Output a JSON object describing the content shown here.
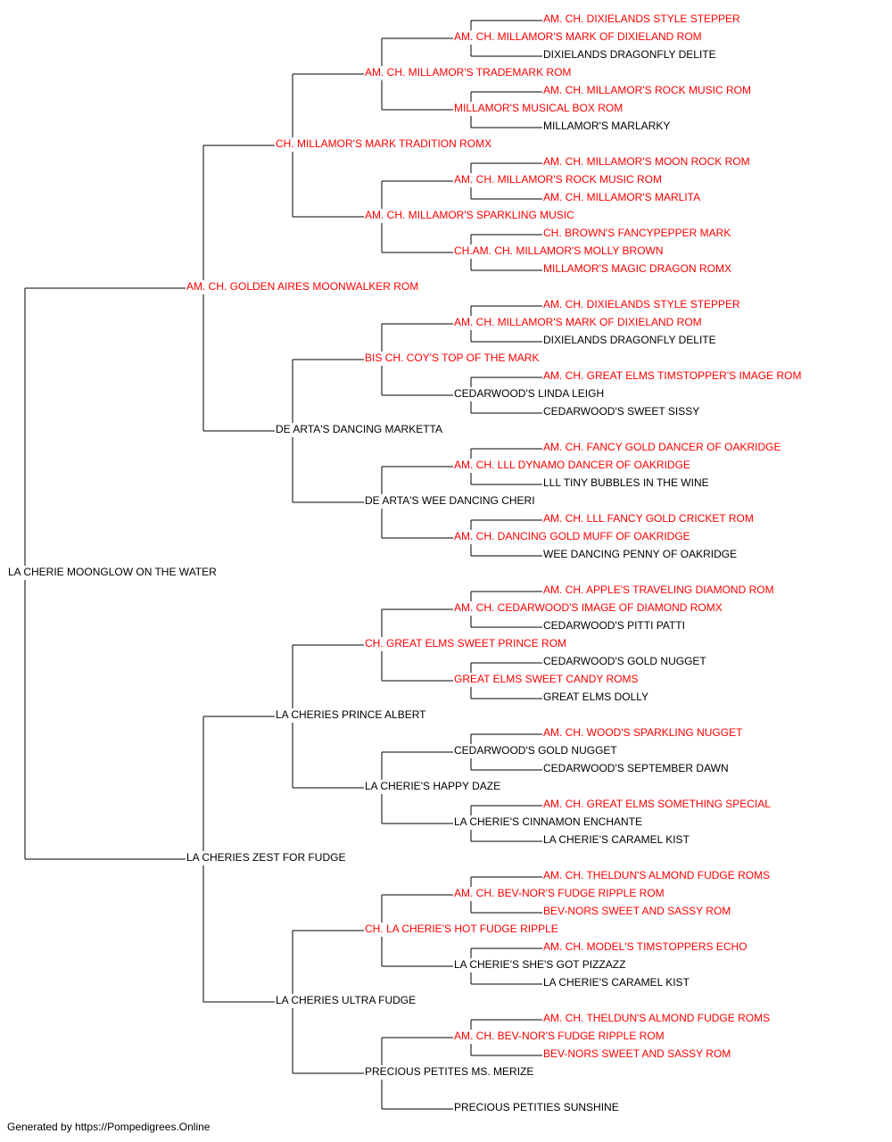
{
  "colors": {
    "titled": "#ff0000",
    "plain": "#000000",
    "line": "#000000"
  },
  "pedigree": {
    "name": "LA CHERIE MOONGLOW ON THE WATER",
    "titled": false,
    "sire": {
      "name": "AM. CH. GOLDEN AIRES MOONWALKER ROM",
      "titled": true,
      "sire": {
        "name": "CH. MILLAMOR'S MARK TRADITION ROMX",
        "titled": true,
        "sire": {
          "name": "AM. CH. MILLAMOR'S TRADEMARK ROM",
          "titled": true,
          "sire": {
            "name": "AM. CH. MILLAMOR'S MARK OF DIXIELAND ROM",
            "titled": true,
            "sire": {
              "name": "AM. CH. DIXIELANDS STYLE STEPPER",
              "titled": true
            },
            "dam": {
              "name": "DIXIELANDS DRAGONFLY DELITE",
              "titled": false
            }
          },
          "dam": {
            "name": "MILLAMOR'S MUSICAL BOX ROM",
            "titled": true,
            "sire": {
              "name": "AM. CH. MILLAMOR'S ROCK MUSIC ROM",
              "titled": true
            },
            "dam": {
              "name": "MILLAMOR'S MARLARKY",
              "titled": false
            }
          }
        },
        "dam": {
          "name": "AM. CH. MILLAMOR'S SPARKLING MUSIC",
          "titled": true,
          "sire": {
            "name": "AM. CH. MILLAMOR'S ROCK MUSIC ROM",
            "titled": true,
            "sire": {
              "name": "AM. CH. MILLAMOR'S MOON ROCK ROM",
              "titled": true
            },
            "dam": {
              "name": "AM. CH. MILLAMOR'S MARLITA",
              "titled": true
            }
          },
          "dam": {
            "name": "CH.AM. CH. MILLAMOR'S MOLLY BROWN",
            "titled": true,
            "sire": {
              "name": "CH. BROWN'S FANCYPEPPER MARK",
              "titled": true
            },
            "dam": {
              "name": "MILLAMOR'S MAGIC DRAGON ROMX",
              "titled": true
            }
          }
        }
      },
      "dam": {
        "name": "DE ARTA'S DANCING MARKETTA",
        "titled": false,
        "sire": {
          "name": "BIS CH. COY'S TOP OF THE MARK",
          "titled": true,
          "sire": {
            "name": "AM. CH. MILLAMOR'S MARK OF DIXIELAND ROM",
            "titled": true,
            "sire": {
              "name": "AM. CH. DIXIELANDS STYLE STEPPER",
              "titled": true
            },
            "dam": {
              "name": "DIXIELANDS DRAGONFLY DELITE",
              "titled": false
            }
          },
          "dam": {
            "name": "CEDARWOOD'S LINDA LEIGH",
            "titled": false,
            "sire": {
              "name": "AM. CH. GREAT ELMS TIMSTOPPER'S IMAGE ROM",
              "titled": true
            },
            "dam": {
              "name": "CEDARWOOD'S SWEET SISSY",
              "titled": false
            }
          }
        },
        "dam": {
          "name": "DE ARTA'S WEE DANCING CHERI",
          "titled": false,
          "sire": {
            "name": "AM. CH. LLL DYNAMO DANCER OF OAKRIDGE",
            "titled": true,
            "sire": {
              "name": "AM. CH. FANCY GOLD DANCER OF OAKRIDGE",
              "titled": true
            },
            "dam": {
              "name": "LLL TINY BUBBLES IN THE WINE",
              "titled": false
            }
          },
          "dam": {
            "name": "AM. CH. DANCING GOLD MUFF OF OAKRIDGE",
            "titled": true,
            "sire": {
              "name": "AM. CH. LLL FANCY GOLD CRICKET ROM",
              "titled": true
            },
            "dam": {
              "name": "WEE DANCING PENNY OF OAKRIDGE",
              "titled": false
            }
          }
        }
      }
    },
    "dam": {
      "name": "LA CHERIES ZEST FOR FUDGE",
      "titled": false,
      "sire": {
        "name": "LA CHERIES PRINCE ALBERT",
        "titled": false,
        "sire": {
          "name": "CH. GREAT ELMS SWEET PRINCE ROM",
          "titled": true,
          "sire": {
            "name": "AM. CH. CEDARWOOD'S IMAGE OF DIAMOND ROMX",
            "titled": true,
            "sire": {
              "name": "AM. CH. APPLE'S TRAVELING DIAMOND ROM",
              "titled": true
            },
            "dam": {
              "name": "CEDARWOOD'S PITTI PATTI",
              "titled": false
            }
          },
          "dam": {
            "name": "GREAT ELMS SWEET CANDY ROMS",
            "titled": true,
            "sire": {
              "name": "CEDARWOOD'S GOLD NUGGET",
              "titled": false
            },
            "dam": {
              "name": "GREAT ELMS DOLLY",
              "titled": false
            }
          }
        },
        "dam": {
          "name": "LA CHERIE'S HAPPY DAZE",
          "titled": false,
          "sire": {
            "name": "CEDARWOOD'S GOLD NUGGET",
            "titled": false,
            "sire": {
              "name": "AM. CH. WOOD'S SPARKLING NUGGET",
              "titled": true
            },
            "dam": {
              "name": "CEDARWOOD'S SEPTEMBER DAWN",
              "titled": false
            }
          },
          "dam": {
            "name": "LA CHERIE'S CINNAMON ENCHANTE",
            "titled": false,
            "sire": {
              "name": "AM. CH. GREAT ELMS SOMETHING SPECIAL",
              "titled": true
            },
            "dam": {
              "name": "LA CHERIE'S CARAMEL KIST",
              "titled": false
            }
          }
        }
      },
      "dam": {
        "name": "LA CHERIES ULTRA FUDGE",
        "titled": false,
        "sire": {
          "name": "CH. LA CHERIE'S HOT FUDGE RIPPLE",
          "titled": true,
          "sire": {
            "name": "AM. CH. BEV-NOR'S FUDGE RIPPLE ROM",
            "titled": true,
            "sire": {
              "name": "AM. CH. THELDUN'S ALMOND FUDGE ROMS",
              "titled": true
            },
            "dam": {
              "name": "BEV-NORS SWEET AND SASSY ROM",
              "titled": true
            }
          },
          "dam": {
            "name": "LA CHERIE'S SHE'S GOT PIZZAZZ",
            "titled": false,
            "sire": {
              "name": "AM. CH. MODEL'S TIMSTOPPERS ECHO",
              "titled": true
            },
            "dam": {
              "name": "LA CHERIE'S CARAMEL KIST",
              "titled": false
            }
          }
        },
        "dam": {
          "name": "PRECIOUS PETITES MS. MERIZE",
          "titled": false,
          "sire": {
            "name": "AM. CH. BEV-NOR'S FUDGE RIPPLE ROM",
            "titled": true,
            "sire": {
              "name": "AM. CH. THELDUN'S ALMOND FUDGE ROMS",
              "titled": true
            },
            "dam": {
              "name": "BEV-NORS SWEET AND SASSY ROM",
              "titled": true
            }
          },
          "dam": {
            "name": "PRECIOUS PETITIES SUNSHINE",
            "titled": false
          }
        }
      }
    }
  },
  "footer": "Generated by https://Pompedigrees.Online"
}
